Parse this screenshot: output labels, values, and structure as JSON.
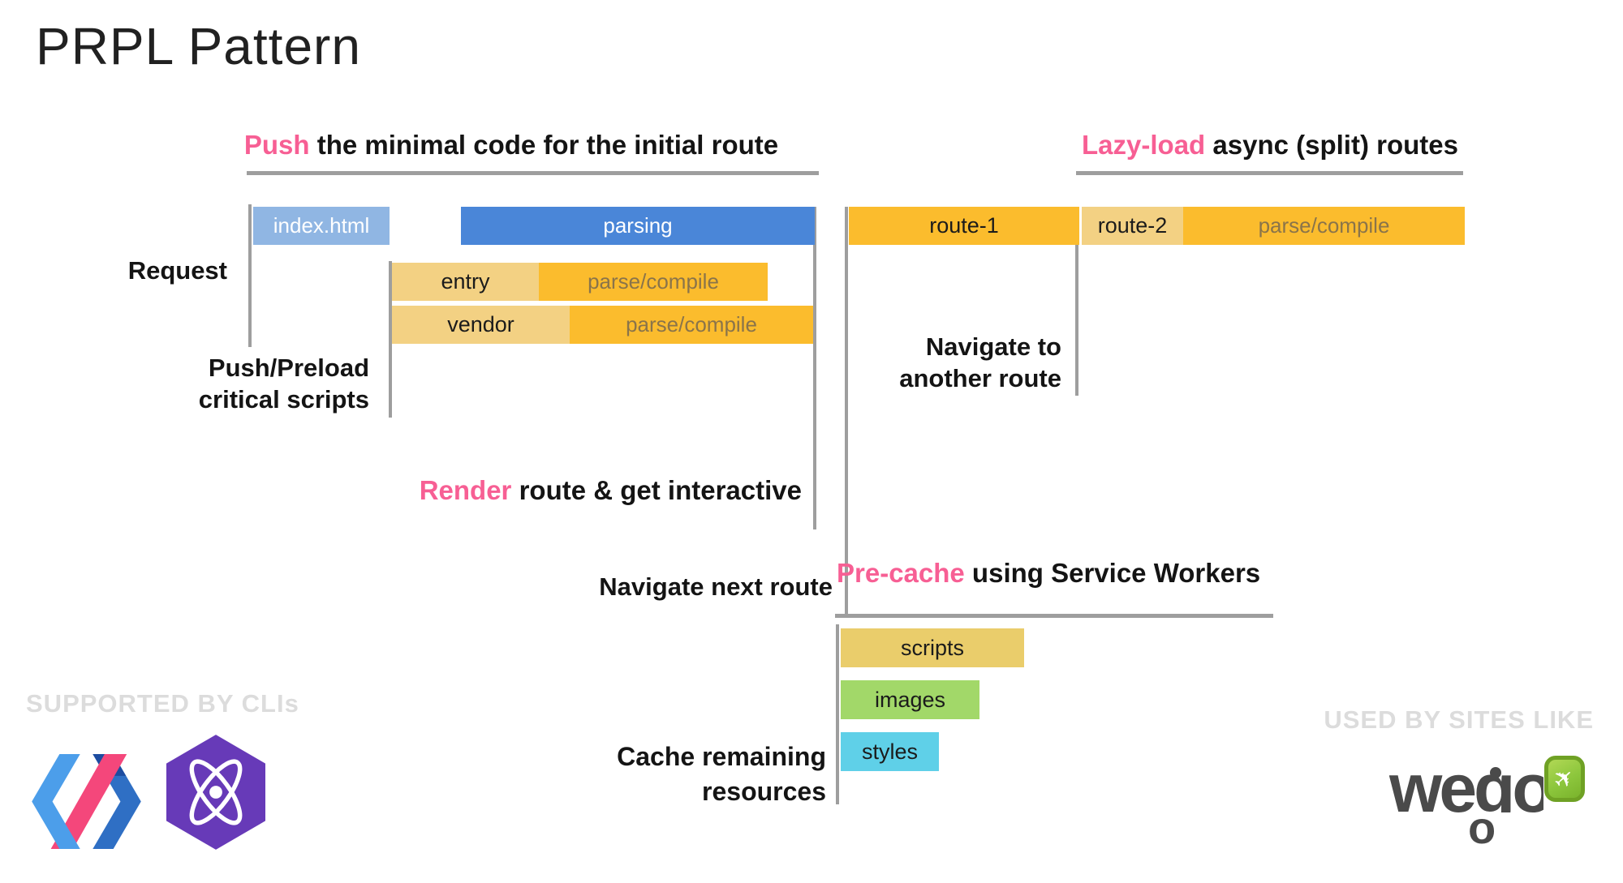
{
  "title": "PRPL Pattern",
  "colors": {
    "accent_pink": "#F75F94",
    "parsing_blue": "#4A86D8",
    "index_light_blue": "#90B6E3",
    "amber": "#FBBC2D",
    "light_amber": "#F3D183",
    "scripts_yellow": "#EACD6B",
    "images_green": "#A2D869",
    "styles_cyan": "#5FD0E8",
    "timeline_gray": "#9E9E9E",
    "watermark_gray": "#DCDCDC"
  },
  "sections": {
    "push": {
      "highlight": "Push",
      "rest": " the minimal code for the initial route"
    },
    "lazy_load": {
      "highlight": "Lazy-load",
      "rest": " async (split) routes"
    },
    "render": {
      "highlight": "Render",
      "rest": " route & get interactive"
    },
    "pre_cache": {
      "highlight": "Pre-cache",
      "rest": " using Service Workers"
    }
  },
  "labels": {
    "request": "Request",
    "push_preload_1": "Push/Preload",
    "push_preload_2": "critical scripts",
    "navigate_another_1": "Navigate to",
    "navigate_another_2": "another route",
    "navigate_next": "Navigate next route",
    "cache_remaining_1": "Cache remaining",
    "cache_remaining_2": "resources"
  },
  "bars": {
    "index_html": "index.html",
    "parsing": "parsing",
    "route_1": "route-1",
    "route_2": "route-2",
    "parse_compile": "parse/compile",
    "entry": "entry",
    "vendor": "vendor",
    "scripts": "scripts",
    "images": "images",
    "styles": "styles"
  },
  "footer": {
    "supported_by": "SUPPORTED BY CLIs",
    "used_by": "USED BY SITES LIKE",
    "wego_text": "wego",
    "wego_loop": "o",
    "airplane_glyph": "✈"
  }
}
